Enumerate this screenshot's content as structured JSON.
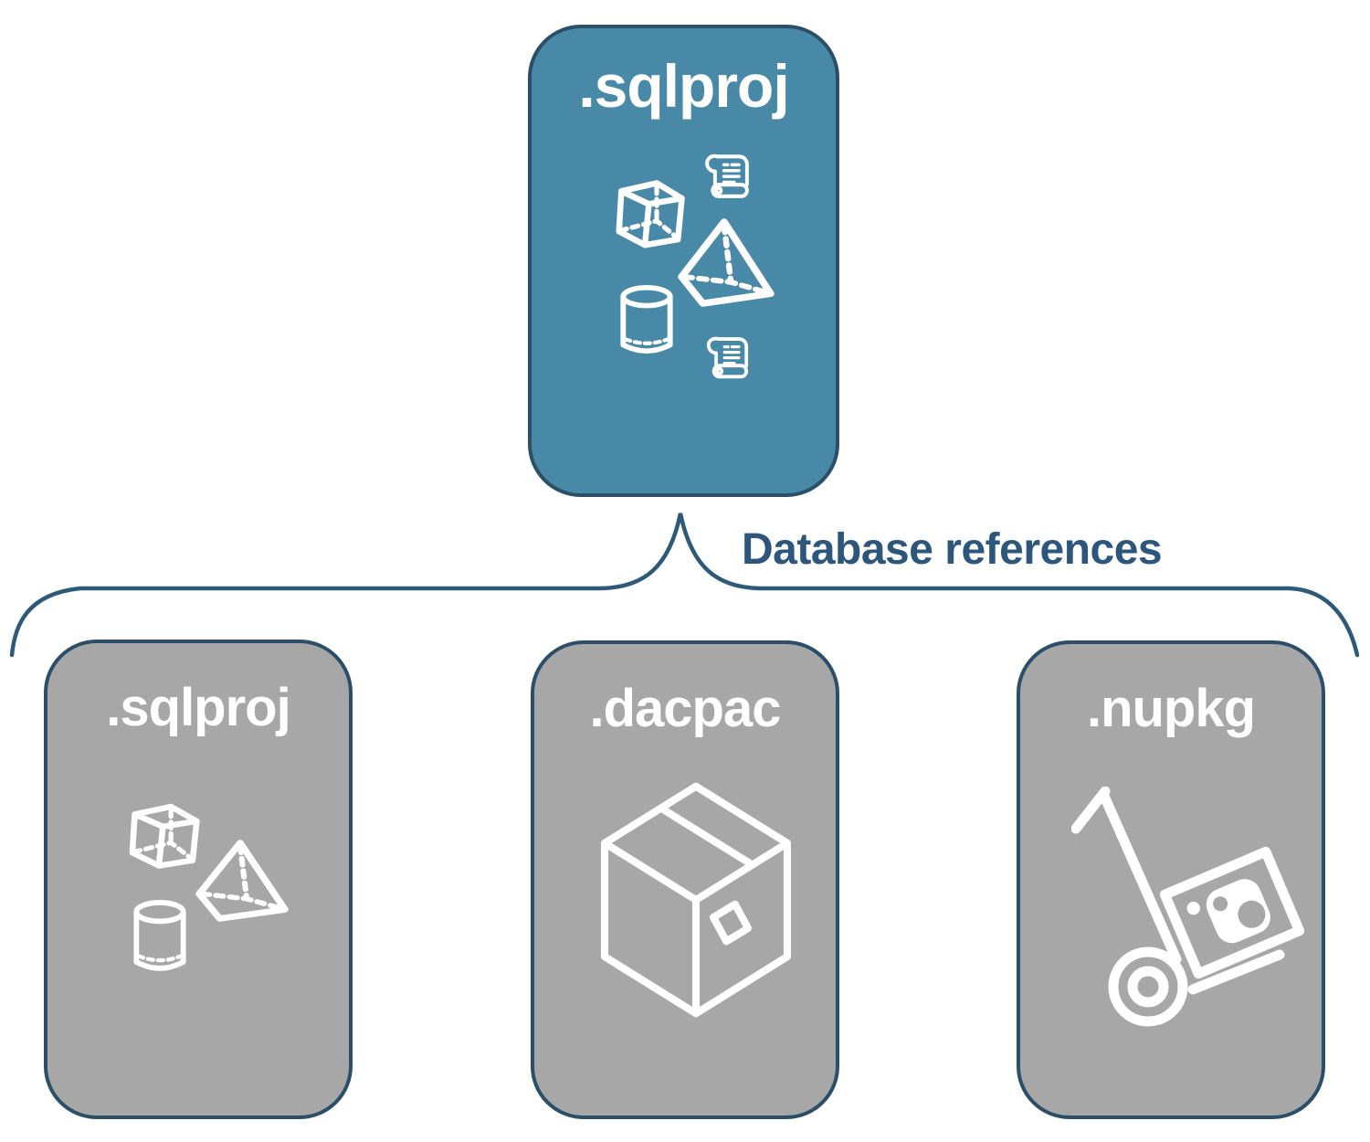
{
  "connector": {
    "label": "Database references"
  },
  "root_card": {
    "label": ".sqlproj",
    "icons": [
      "scroll-icon",
      "cube-icon",
      "pyramid-icon",
      "cylinder-icon",
      "scroll-icon"
    ]
  },
  "child_cards": [
    {
      "label": ".sqlproj",
      "icons": [
        "cube-icon",
        "pyramid-icon",
        "cylinder-icon"
      ]
    },
    {
      "label": ".dacpac",
      "icons": [
        "package-box-icon"
      ]
    },
    {
      "label": ".nupkg",
      "icons": [
        "nuget-handtruck-icon"
      ]
    }
  ],
  "colors": {
    "background": "#FFFFFF",
    "root_card_fill": "#4889A7",
    "child_card_fill": "#A7A7A7",
    "card_border": "#2B4F68",
    "connector_line": "#2E5A7A",
    "connector_label_text": "#2C567B",
    "card_label_text": "#FFFFFF",
    "icon_stroke": "#FFFFFF"
  }
}
